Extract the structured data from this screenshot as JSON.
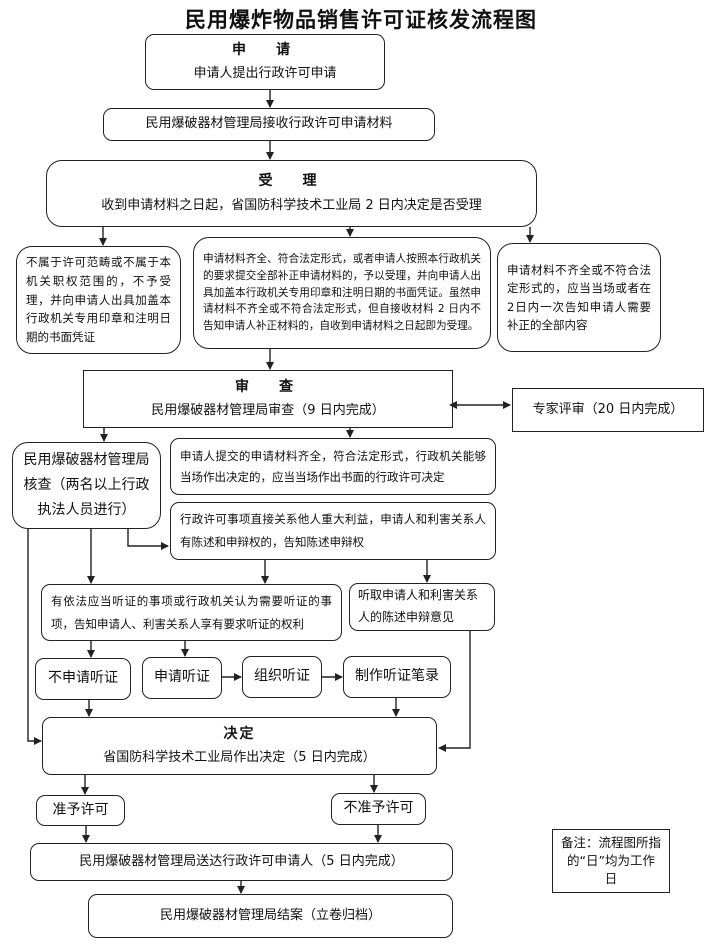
{
  "title": "民用爆炸物品销售许可证核发流程图",
  "nodes": {
    "apply": {
      "heading": "申　请",
      "text": "申请人提出行政许可申请"
    },
    "receive": {
      "text": "民用爆破器材管理局接收行政许可申请材料"
    },
    "accept": {
      "heading": "受　理",
      "text": "收到申请材料之日起，省国防科学技术工业局 2 日内决定是否受理"
    },
    "reject_scope": {
      "text": "不属于许可范畴或不属于本机关职权范围的，不予受理，并向申请人出具加盖本行政机关专用印章和注明日期的书面凭证"
    },
    "accepted": {
      "text": "申请材料齐全、符合法定形式，或者申请人按照本行政机关的要求提交全部补正申请材料的，予以受理，并向申请人出具加盖本行政机关专用印章和注明日期的书面凭证。虽然申请材料不齐全或不符合法定形式，但自接收材料 2 日内不告知申请人补正材料的，自收到申请材料之日起即为受理。"
    },
    "incomplete": {
      "text": "申请材料不齐全或不符合法定形式的，应当当场或者在2日内一次告知申请人需要补正的全部内容"
    },
    "review": {
      "heading": "审　查",
      "text": "民用爆破器材管理局审查（9 日内完成）"
    },
    "expert": {
      "text": "专家评审（20 日内完成）"
    },
    "inspection": {
      "text": "民用爆破器材管理局核查（两名以上行政执法人员进行）"
    },
    "on_spot": {
      "text": "申请人提交的申请材料齐全，符合法定形式，行政机关能够当场作出决定的，应当当场作出书面的行政许可决定"
    },
    "interest": {
      "text": "行政许可事项直接关系他人重大利益，申请人和利害关系人有陈述和申辩权的，告知陈述申辩权"
    },
    "hearing_notice": {
      "text": "有依法应当听证的事项或行政机关认为需要听证的事项，告知申请人、利害关系人享有要求听证的权利"
    },
    "listen": {
      "text": "听取申请人和利害关系人的陈述申辩意见"
    },
    "no_hearing": {
      "text": "不申请听证"
    },
    "request_hearing": {
      "text": "申请听证"
    },
    "organize_hearing": {
      "text": "组织听证"
    },
    "hearing_record": {
      "text": "制作听证笔录"
    },
    "decision": {
      "heading": "决定",
      "text": "省国防科学技术工业局作出决定（5 日内完成）"
    },
    "approve": {
      "text": "准予许可"
    },
    "deny": {
      "text": "不准予许可"
    },
    "deliver": {
      "text": "民用爆破器材管理局送达行政许可申请人（5 日内完成）"
    },
    "close": {
      "text": "民用爆破器材管理局结案（立卷归档）"
    },
    "note": {
      "text": "备注：流程图所指的“日”均为工作日"
    }
  }
}
